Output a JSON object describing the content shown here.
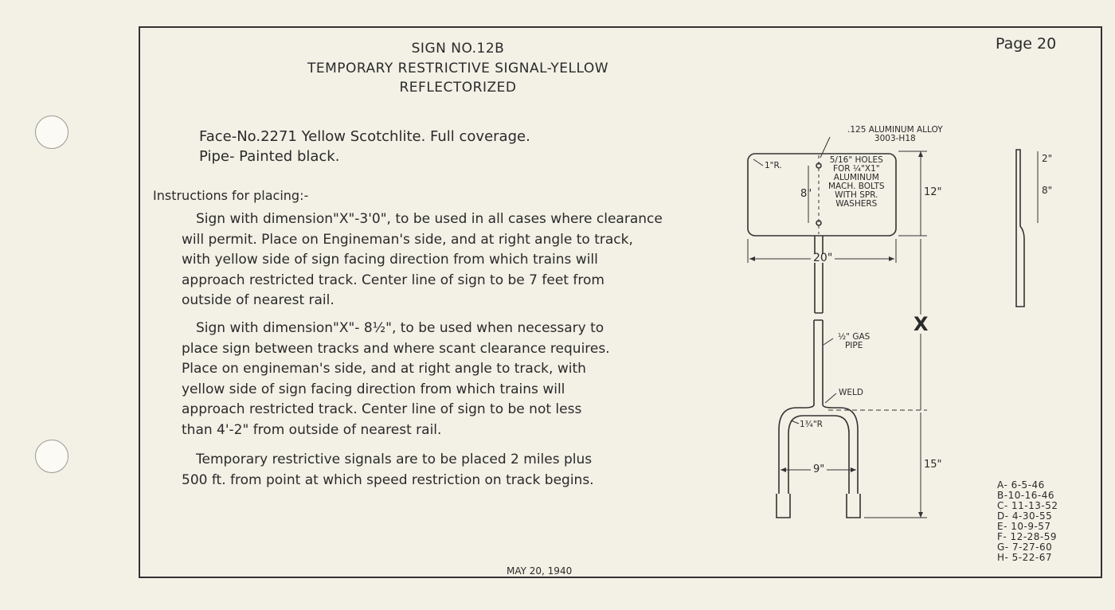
{
  "header": {
    "title_line1": "SIGN NO.12B",
    "title_line2": "TEMPORARY RESTRICTIVE SIGNAL-YELLOW",
    "title_line3": "REFLECTORIZED",
    "page": "Page 20"
  },
  "materials": {
    "face": "Face-No.2271 Yellow Scotchlite. Full coverage.",
    "pipe": "Pipe- Painted black."
  },
  "instructions": {
    "heading": "Instructions for placing:-",
    "para1": "Sign with dimension\"X\"-3'0\", to be used in all cases where clearance\nwill permit. Place on Engineman's side, and at right angle to track,\nwith yellow side of sign facing direction from which trains will\napproach restricted track. Center line of sign to be 7 feet from\noutside of nearest rail.",
    "para2": "Sign with dimension\"X\"- 8½\", to be used when necessary to\nplace sign between tracks and where scant clearance requires.\nPlace on engineman's side, and at right angle to track, with\nyellow side of sign facing direction from which trains will\napproach restricted track. Center line of sign to be not less\nthan 4'-2\" from outside of nearest rail.",
    "para3": "Temporary restrictive signals are to be placed 2 miles plus\n500 ft. from point at which speed restriction on track begins."
  },
  "drawing": {
    "material_note": ".125 ALUMINUM ALLOY\n3003-H18",
    "corner_radius": "1\"R.",
    "holes_note": "5/16\" HOLES\nFOR ¼\"X1\"\nALUMINUM\nMACH. BOLTS\nWITH SPR.\nWASHERS",
    "dim_8_inner": "8\"",
    "dim_12": "12\"",
    "dim_20": "20\"",
    "dim_x": "X",
    "pipe_note": "½\" GAS\nPIPE",
    "weld_note": "WELD",
    "bend_radius": "1¾\"R",
    "dim_9": "9\"",
    "dim_15": "15\"",
    "side_dim_2": "2\"",
    "side_dim_8": "8\""
  },
  "footer": {
    "date": "MAY 20, 1940",
    "revisions": [
      "A- 6-5-46",
      "B-10-16-46",
      "C- 11-13-52",
      "D- 4-30-55",
      "E- 10-9-57",
      "F- 12-28-59",
      "G- 7-27-60",
      "H- 5-22-67"
    ]
  }
}
